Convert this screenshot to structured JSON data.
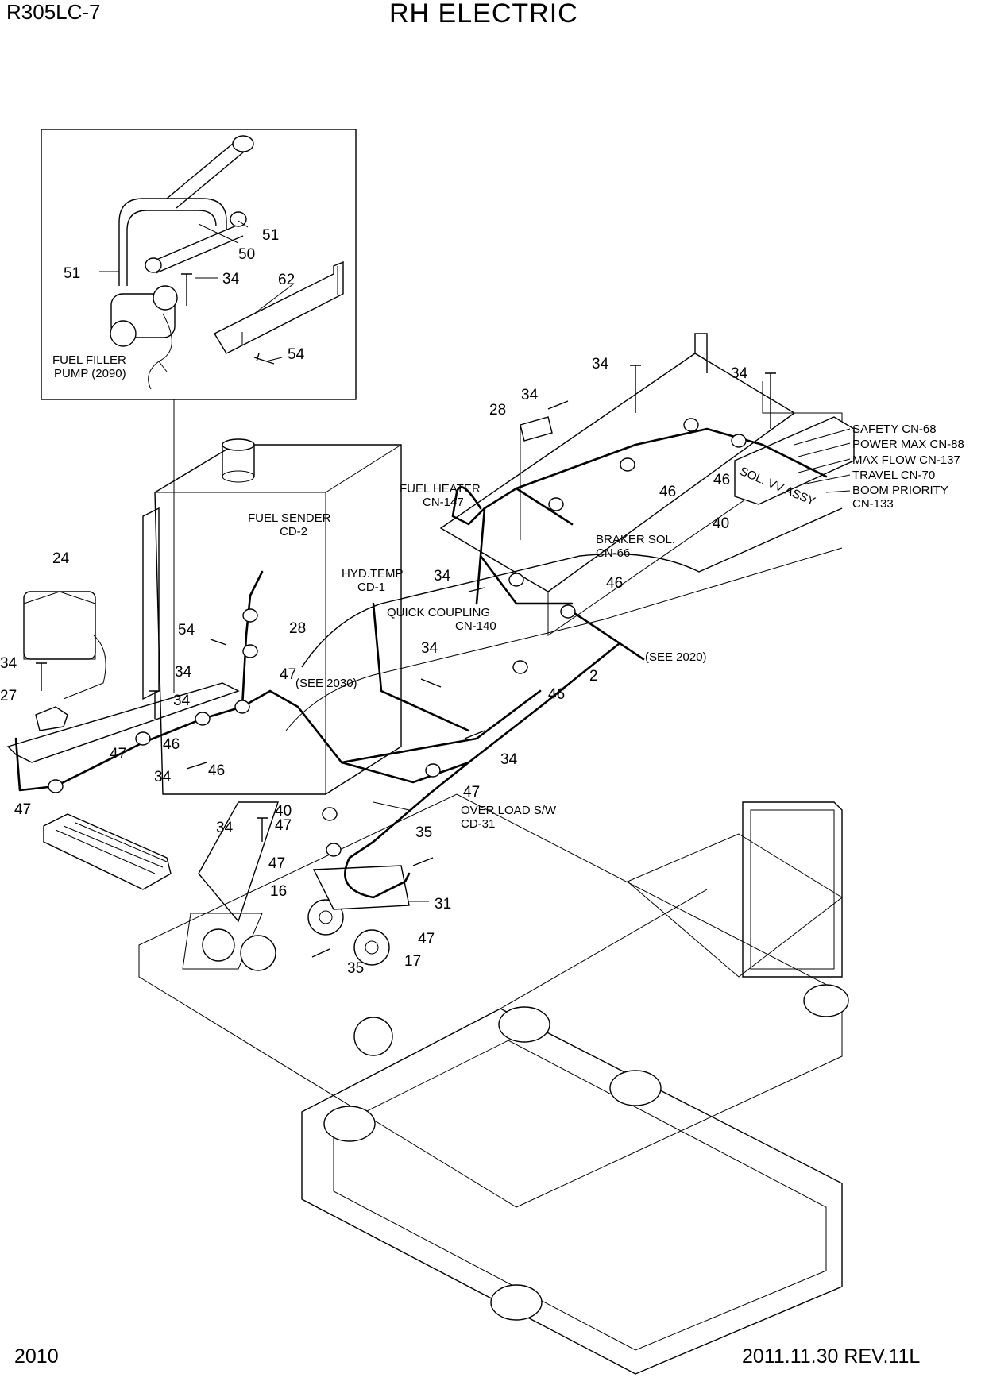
{
  "header": {
    "model": "R305LC-7",
    "title": "RH ELECTRIC"
  },
  "footer": {
    "page": "2010",
    "revision": "2011.11.30  REV.11L"
  },
  "notes": {
    "fuel_filler_pump": [
      "FUEL FILLER",
      "PUMP (2090)"
    ],
    "fuel_sender": [
      "FUEL SENDER",
      "CD-2"
    ],
    "fuel_heater": [
      "FUEL HEATER",
      "CN-147"
    ],
    "hyd_temp": [
      "HYD.TEMP",
      "CD-1"
    ],
    "quick_coupling": [
      "QUICK COUPLING",
      "CN-140"
    ],
    "braker_sol": [
      "BRAKER SOL.",
      "CN-66"
    ],
    "see_2020": "(SEE 2020)",
    "see_2030": "(SEE 2030)",
    "over_load": [
      "OVER LOAD S/W",
      "CD-31"
    ],
    "sol_vv_assy": "SOL. VV ASSY",
    "connectors": [
      "SAFETY CN-68",
      "POWER MAX CN-88",
      "MAX FLOW CN-137",
      "TRAVEL CN-70",
      "BOOM PRIORITY",
      "CN-133"
    ]
  },
  "callouts": {
    "inset": [
      "51",
      "50",
      "51",
      "34",
      "62",
      "54"
    ],
    "left": [
      "24",
      "34",
      "27",
      "47",
      "54",
      "34",
      "34",
      "47",
      "46",
      "34",
      "46",
      "34"
    ],
    "center": [
      "28",
      "47",
      "40",
      "47",
      "16",
      "35",
      "17",
      "47",
      "31",
      "35",
      "47",
      "34",
      "34",
      "47"
    ],
    "right": [
      "28",
      "34",
      "34",
      "46",
      "34",
      "46",
      "40",
      "34",
      "46",
      "2",
      "46"
    ]
  }
}
